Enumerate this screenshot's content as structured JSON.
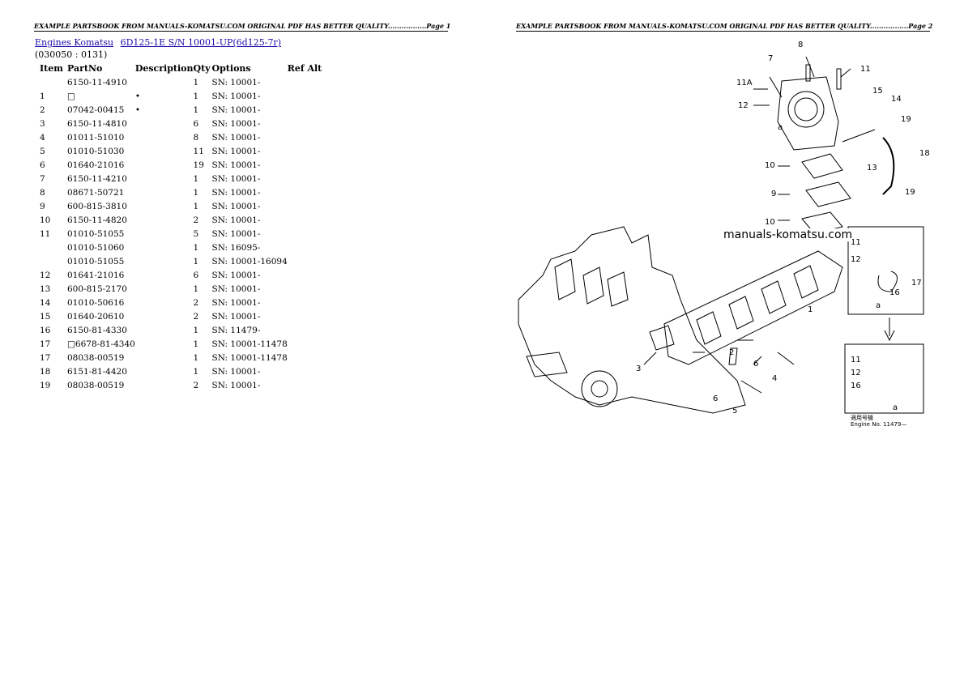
{
  "header": {
    "left": "EXAMPLE PARTSBOOK FROM MANUALS-KOMATSU.COM ORIGINAL PDF HAS BETTER QUALITY.................Page 1",
    "right": "EXAMPLE PARTSBOOK FROM MANUALS-KOMATSU.COM ORIGINAL PDF HAS BETTER QUALITY.................Page 2"
  },
  "breadcrumb": {
    "link1": "Engines Komatsu",
    "link2": "6D125-1E S/N 10001-UP(6d125-7r)"
  },
  "group_code": "(030050 : 0131)",
  "table": {
    "headers": [
      "Item",
      "PartNo",
      "Description",
      "Qty",
      "Options",
      "Ref Alt"
    ],
    "rows": [
      [
        "",
        "6150-11-4910",
        "",
        "1",
        "SN: 10001-",
        ""
      ],
      [
        "1",
        "□",
        "•",
        "1",
        "SN: 10001-",
        ""
      ],
      [
        "2",
        "07042-00415",
        "•",
        "1",
        "SN: 10001-",
        ""
      ],
      [
        "3",
        "6150-11-4810",
        "",
        "6",
        "SN: 10001-",
        ""
      ],
      [
        "4",
        "01011-51010",
        "",
        "8",
        "SN: 10001-",
        ""
      ],
      [
        "5",
        "01010-51030",
        "",
        "11",
        "SN: 10001-",
        ""
      ],
      [
        "6",
        "01640-21016",
        "",
        "19",
        "SN: 10001-",
        ""
      ],
      [
        "7",
        "6150-11-4210",
        "",
        "1",
        "SN: 10001-",
        ""
      ],
      [
        "8",
        "08671-50721",
        "",
        "1",
        "SN: 10001-",
        ""
      ],
      [
        "9",
        "600-815-3810",
        "",
        "1",
        "SN: 10001-",
        ""
      ],
      [
        "10",
        "6150-11-4820",
        "",
        "2",
        "SN: 10001-",
        ""
      ],
      [
        "11",
        "01010-51055",
        "",
        "5",
        "SN: 10001-",
        ""
      ],
      [
        "",
        "01010-51060",
        "",
        "1",
        "SN: 16095-",
        ""
      ],
      [
        "",
        "01010-51055",
        "",
        "1",
        "SN: 10001-16094",
        ""
      ],
      [
        "12",
        "01641-21016",
        "",
        "6",
        "SN: 10001-",
        ""
      ],
      [
        "13",
        "600-815-2170",
        "",
        "1",
        "SN: 10001-",
        ""
      ],
      [
        "14",
        "01010-50616",
        "",
        "2",
        "SN: 10001-",
        ""
      ],
      [
        "15",
        "01640-20610",
        "",
        "2",
        "SN: 10001-",
        ""
      ],
      [
        "16",
        "6150-81-4330",
        "",
        "1",
        "SN: 11479-",
        ""
      ],
      [
        "17",
        "□6678-81-4340",
        "",
        "1",
        "SN: 10001-11478",
        ""
      ],
      [
        "17",
        "08038-00519",
        "",
        "1",
        "SN: 10001-11478",
        ""
      ],
      [
        "18",
        "6151-81-4420",
        "",
        "1",
        "SN: 10001-",
        ""
      ],
      [
        "19",
        "08038-00519",
        "",
        "2",
        "SN: 10001-",
        ""
      ]
    ]
  },
  "diagram": {
    "watermark": "manuals-komatsu.com",
    "callouts": [
      "8",
      "7",
      "11",
      "11A",
      "12",
      "15",
      "14",
      "19",
      "a",
      "10",
      "13",
      "18",
      "9",
      "19",
      "10",
      "11",
      "12",
      "17",
      "16",
      "a",
      "1",
      "2",
      "3",
      "6",
      "4",
      "6",
      "5",
      "11",
      "12",
      "16",
      "a"
    ],
    "note_line1": "適用号機",
    "note_line2": "Engine No. 11479—"
  }
}
